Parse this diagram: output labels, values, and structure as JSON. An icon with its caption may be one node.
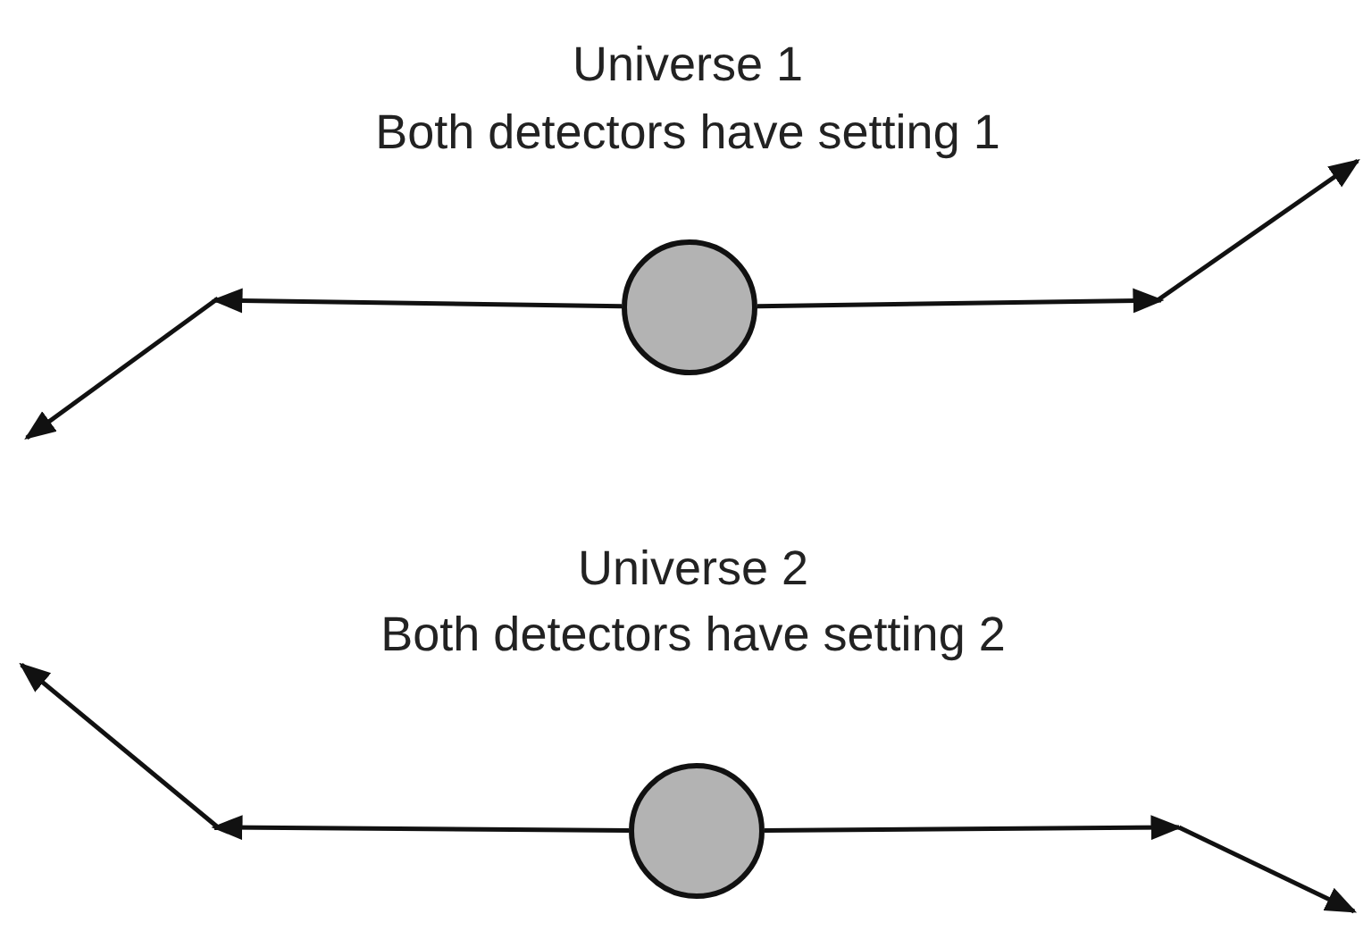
{
  "diagram": {
    "nodes": [
      {
        "text": [],
        "shape": "circle"
      },
      {
        "text": [],
        "shape": "circle"
      }
    ],
    "edges": [
      {
        "from": 0,
        "to": null,
        "arrow": "to"
      },
      {
        "from": 0,
        "to": null,
        "arrow": "to"
      },
      {
        "from": 1,
        "to": null,
        "arrow": "to"
      },
      {
        "from": 1,
        "to": null,
        "arrow": "to"
      }
    ],
    "labels": [
      "Universe 1",
      "Both detectors have setting 1",
      "Universe 2",
      "Both detectors have setting 2"
    ]
  }
}
